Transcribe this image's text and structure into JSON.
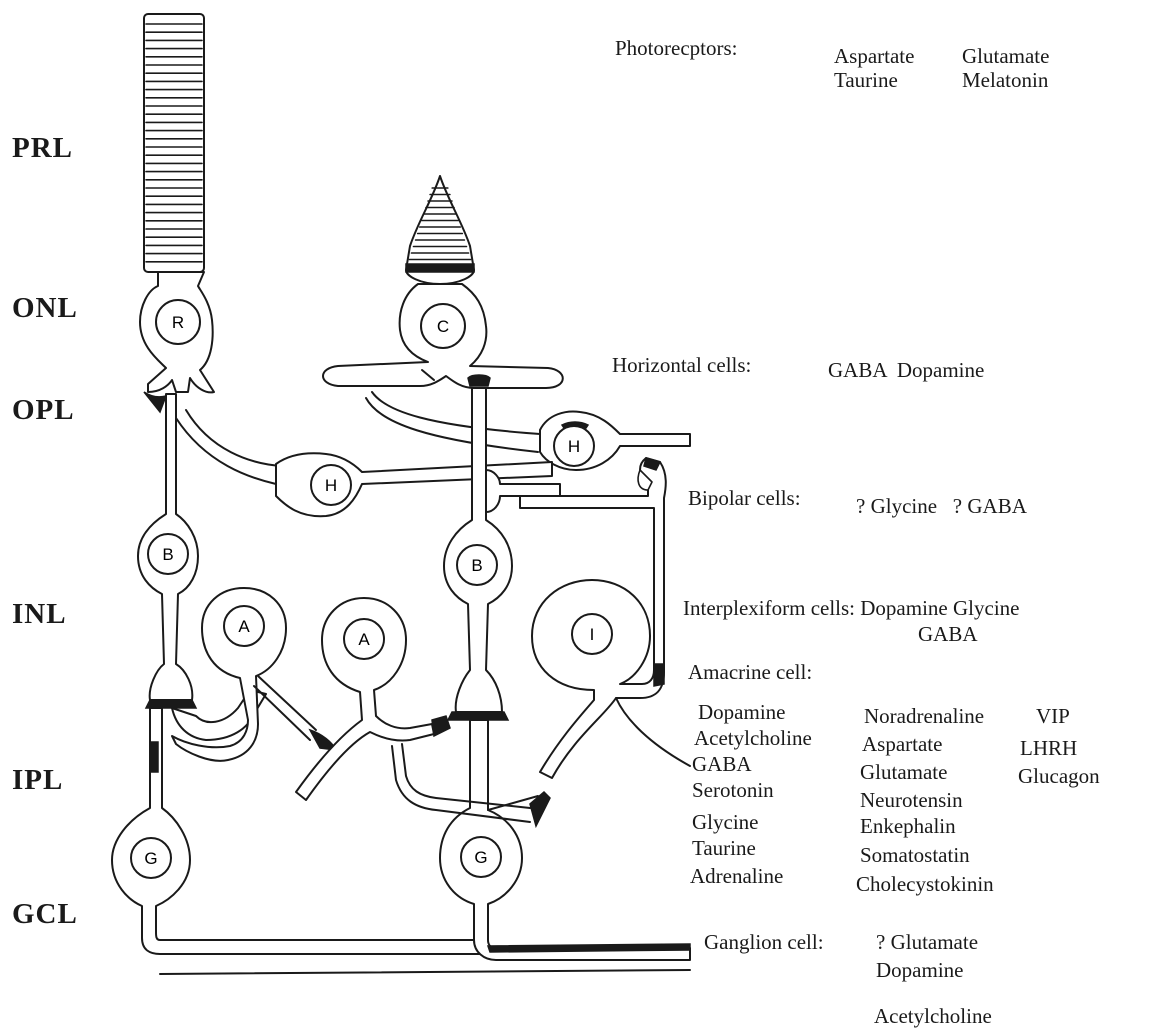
{
  "layers": {
    "prl": "PRL",
    "onl": "ONL",
    "opl": "OPL",
    "inl": "INL",
    "ipl": "IPL",
    "gcl": "GCL"
  },
  "cells": {
    "rod": "R",
    "cone": "C",
    "horizontal": "H",
    "bipolar": "B",
    "amacrine": "A",
    "interplexiform": "I",
    "ganglion": "G"
  },
  "photoreceptors": {
    "label": "Photorecptors:",
    "col1": [
      "Aspartate",
      "Taurine"
    ],
    "col2": [
      "Glutamate",
      "Melatonin"
    ]
  },
  "horizontal": {
    "label": "Horizontal cells:",
    "values": "GABA  Dopamine"
  },
  "bipolar": {
    "label": "Bipolar cells:",
    "values": "? Glycine   ? GABA"
  },
  "interplexiform": {
    "label": "Interplexiform cells: Dopamine  Glycine",
    "line2": "GABA"
  },
  "amacrine": {
    "label": "Amacrine cell:",
    "col1": [
      "Dopamine",
      "Acetylcholine",
      "GABA",
      "Serotonin",
      "Glycine",
      "Taurine",
      "Adrenaline"
    ],
    "col2": [
      "Noradrenaline",
      "Aspartate",
      "Glutamate",
      "Neurotensin",
      "Enkephalin",
      "Somatostatin",
      "Cholecystokinin"
    ],
    "col3": [
      "VIP",
      "LHRH",
      "Glucagon"
    ]
  },
  "ganglion": {
    "label": "Ganglion cell:",
    "values": [
      "? Glutamate",
      "Dopamine",
      "Acetylcholine"
    ]
  }
}
